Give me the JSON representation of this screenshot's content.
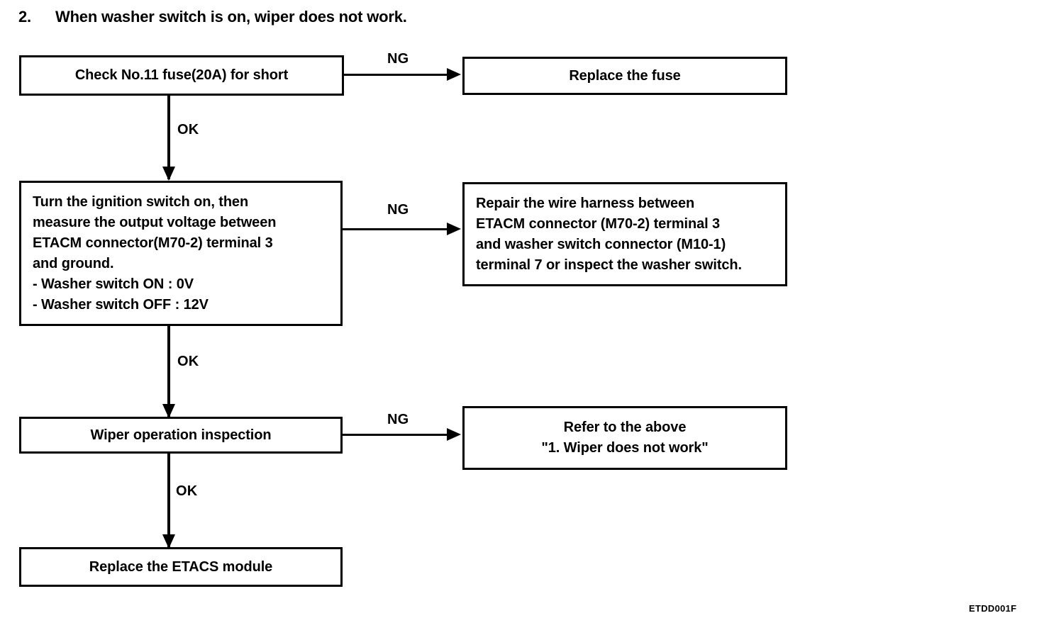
{
  "page": {
    "figure_code": "ETDD001F"
  },
  "heading": {
    "number": "2.",
    "text": "When washer switch is on, wiper does not work."
  },
  "flowchart": {
    "boxes": [
      {
        "id": "check-fuse",
        "text": "Check No.11 fuse(20A) for short"
      },
      {
        "id": "replace-fuse",
        "text": "Replace the fuse"
      },
      {
        "id": "measure-voltage",
        "text": "Turn the ignition switch on, then\nmeasure the output voltage between\nETACM connector(M70-2) terminal 3\nand ground.\n- Washer switch ON : 0V\n- Washer switch OFF : 12V"
      },
      {
        "id": "repair-harness",
        "text": "Repair the wire harness between\nETACM connector (M70-2) terminal 3\nand washer switch connector (M10-1)\nterminal 7 or inspect the washer switch."
      },
      {
        "id": "wiper-inspect",
        "text": "Wiper operation inspection"
      },
      {
        "id": "refer-above",
        "text": "Refer to the above\n\"1. Wiper does not work\""
      },
      {
        "id": "replace-etacs",
        "text": "Replace the ETACS module"
      }
    ],
    "edge_labels": {
      "ok_1": "OK",
      "ok_2": "OK",
      "ok_3": "OK",
      "ng_1": "NG",
      "ng_2": "NG",
      "ng_3": "NG"
    }
  }
}
